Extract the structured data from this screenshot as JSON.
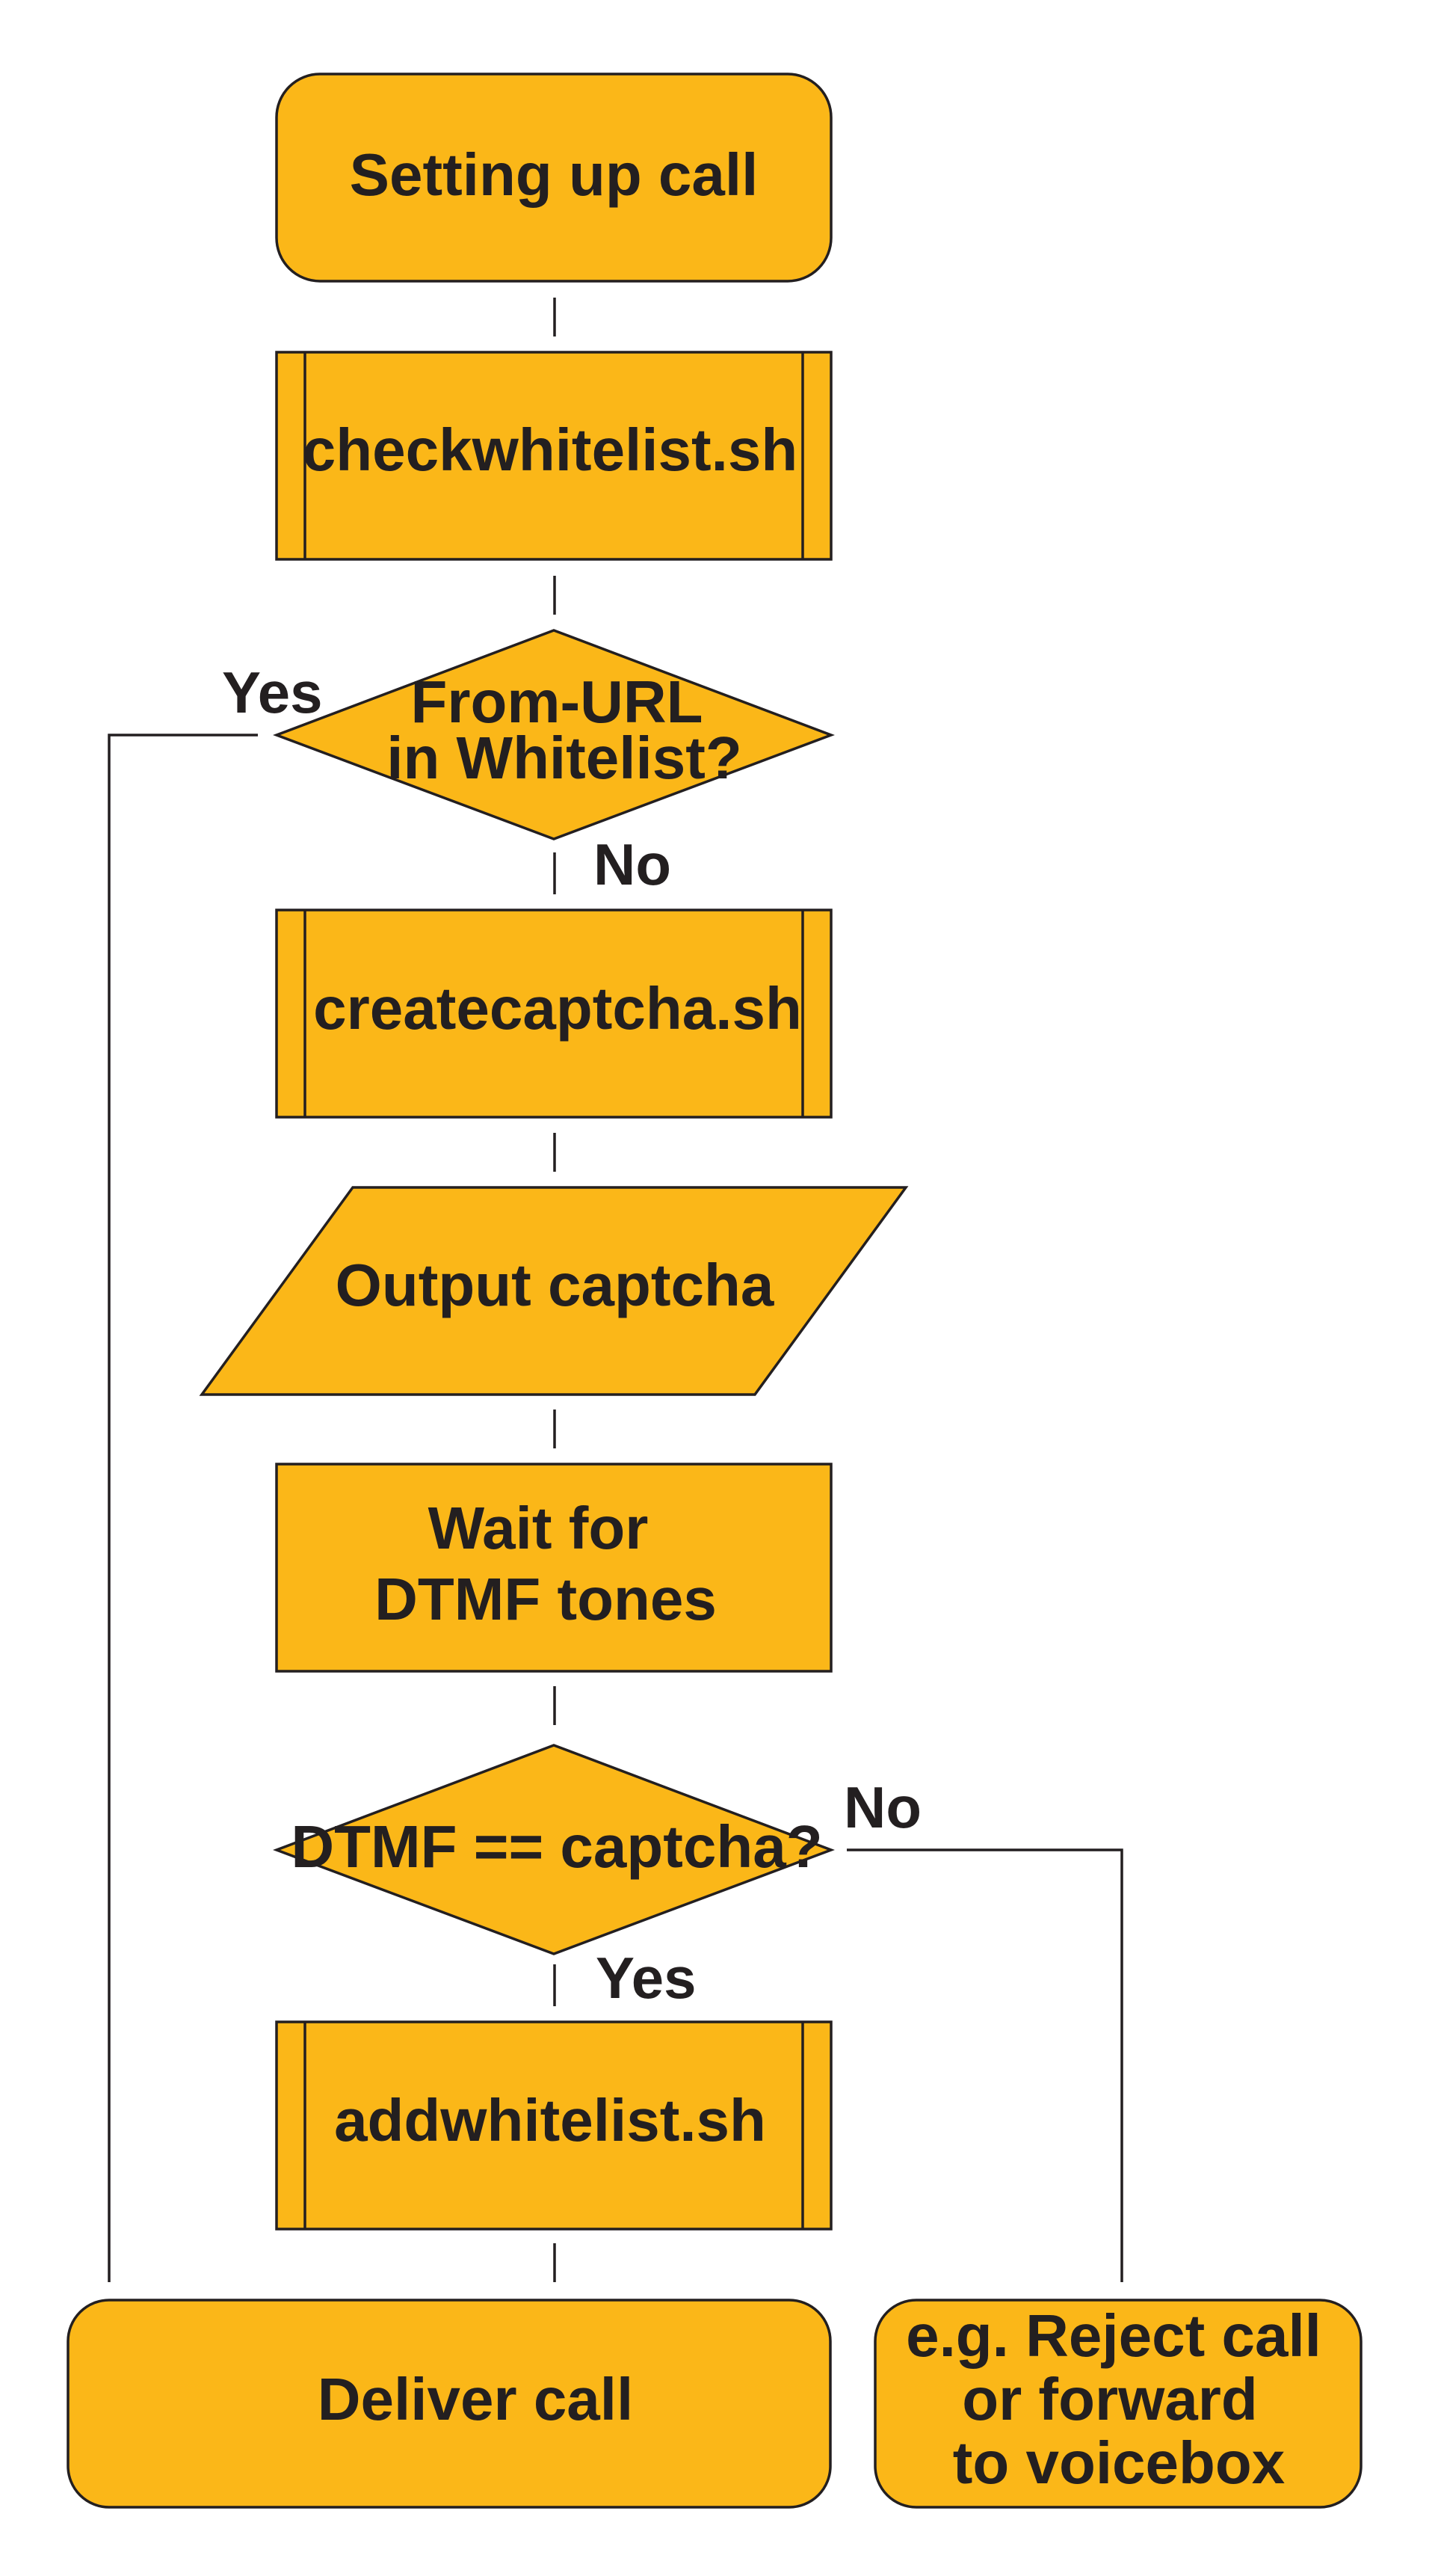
{
  "colors": {
    "shape_fill": "#FBB718",
    "stroke": "#231F20",
    "background": "#FFFFFF"
  },
  "nodes": {
    "start": {
      "label": "Setting up call"
    },
    "checkwhitelist": {
      "label": "checkwhitelist.sh"
    },
    "from_url_decision": {
      "line1": "From-URL",
      "line2": "in Whitelist?"
    },
    "createcaptcha": {
      "label": "createcaptcha.sh"
    },
    "output_captcha": {
      "label": "Output captcha"
    },
    "wait_dtmf": {
      "line1": "Wait for",
      "line2": "DTMF tones"
    },
    "dtmf_decision": {
      "label": "DTMF == captcha?"
    },
    "addwhitelist": {
      "label": "addwhitelist.sh"
    },
    "deliver_call": {
      "label": "Deliver call"
    },
    "reject": {
      "line1": "e.g. Reject call",
      "line2": "or forward",
      "line3": "to voicebox"
    }
  },
  "edges": {
    "from_url_yes": "Yes",
    "from_url_no": "No",
    "dtmf_yes": "Yes",
    "dtmf_no": "No"
  }
}
